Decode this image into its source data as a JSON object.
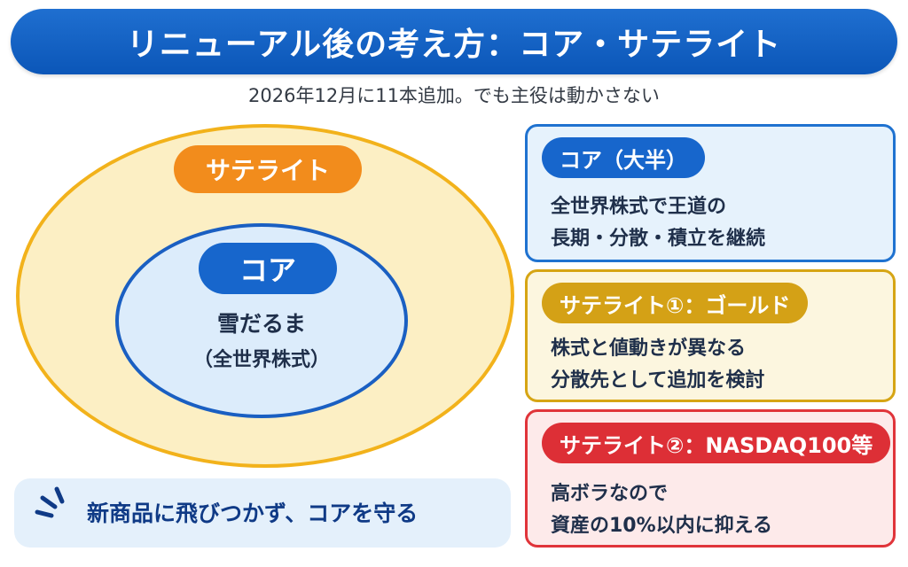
{
  "title": "リニューアル後の考え方：コア・サテライト",
  "subtitle": "2026年12月に11本追加。でも主役は動かさない",
  "diagram": {
    "satellite_label": "サテライト",
    "core_label": "コア",
    "core_line1": "雪だるま",
    "core_line2": "（全世界株式）"
  },
  "cards": {
    "core": {
      "label": "コア（大半）",
      "line1": "全世界株式で王道の",
      "line2": "長期・分散・積立を継続"
    },
    "gold": {
      "label": "サテライト①：ゴールド",
      "line1": "株式と値動きが異なる",
      "line2": "分散先として追加を検討"
    },
    "nasdaq": {
      "label": "サテライト②：NASDAQ100等",
      "line1": "高ボラなので",
      "line2": "資産の10%以内に抑える"
    }
  },
  "note": {
    "text": "新商品に飛びつかず、コアを守る"
  },
  "colors": {
    "primary_blue": "#1766cc",
    "satellite_orange": "#f28c1c",
    "gold": "#d4a116",
    "red": "#dd2f36",
    "outer_fill": "#fcefc4",
    "inner_fill": "#dcecfb"
  }
}
